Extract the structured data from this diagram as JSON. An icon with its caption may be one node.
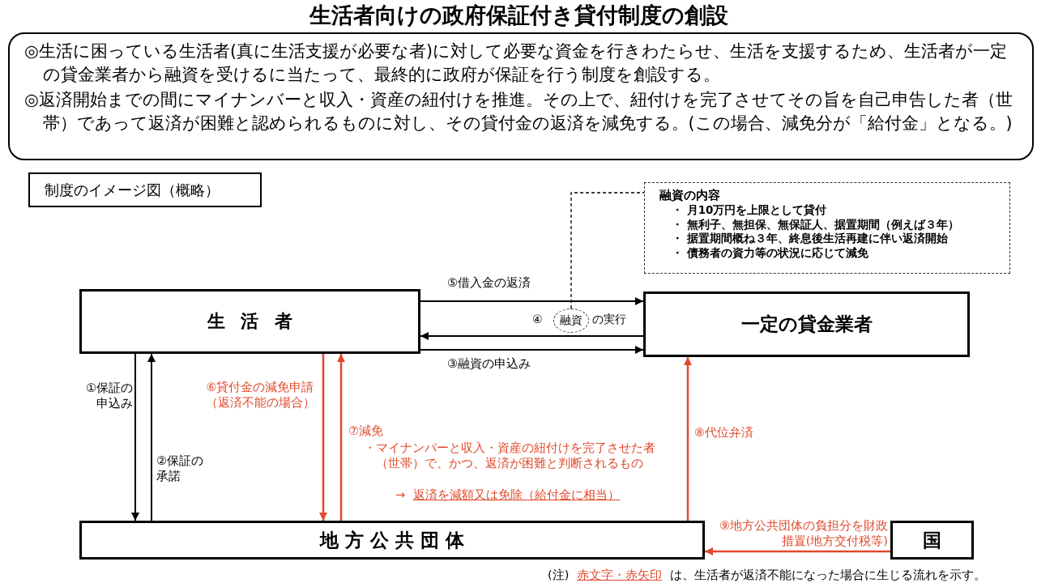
{
  "diagram": {
    "title": "生活者向けの政府保証付き貸付制度の創設",
    "nodes": [
      {
        "text": [
          "生活者"
        ]
      },
      {
        "text": [
          "一定の貸金業者"
        ]
      },
      {
        "text": [
          "地方公共団体"
        ]
      },
      {
        "text": [
          "国"
        ]
      },
      {
        "text": [
          "融資の内容",
          "・ 月10万円を上限として貸付",
          "・ 無利子、無担保、無保証人、据置期間（例えば３年）",
          "・ 据置期間概ね３年、終息後生活再建に伴い返済開始",
          "・ 債務者の資力等の状況に応じて減免"
        ]
      },
      {
        "text": [
          "融資"
        ],
        "beside": [
          "④",
          "の実行"
        ]
      },
      {
        "text": [
          "制度のイメージ図（概略）"
        ]
      },
      {
        "text": [
          "◎生活に困っている生活者(真に生活支援が必要な者)に対して必要な資金を行きわたらせ、生活を支援するため、生活者が一定の貸金業者から融資を受けるに当たって、最終的に政府が保証を行う制度を創設する。",
          "◎返済開始までの間にマイナンバーと収入・資産の紐付けを推進。その上で、紐付けを完了させてその旨を自己申告した者（世帯）であって返済が困難と認められるものに対し、その貸付金の返済を減免する。(この場合、減免分が「給付金」となる。)"
        ]
      }
    ],
    "edges": [
      {
        "from": 0,
        "to": 1,
        "arrow": "to",
        "label": "⑤借入金の返済"
      },
      {
        "from": 1,
        "to": 0,
        "arrow": "to"
      },
      {
        "from": 0,
        "to": 1,
        "arrow": "to",
        "label": "③融資の申込み"
      },
      {
        "from": 0,
        "to": 2,
        "arrow": "to",
        "label": "①保証の申込み"
      },
      {
        "from": 2,
        "to": 0,
        "arrow": "to",
        "label": "②保証の承諾"
      },
      {
        "from": 0,
        "to": 2,
        "arrow": "to",
        "label": "⑥貸付金の減免申請（返済不能の場合）",
        "color": "#e0492b"
      },
      {
        "from": 2,
        "to": 0,
        "arrow": "to",
        "label": "⑦減免",
        "color": "#e0492b"
      },
      {
        "from": 2,
        "to": 1,
        "arrow": "to",
        "label": "⑧代位弁済",
        "color": "#e0492b"
      },
      {
        "from": 3,
        "to": 2,
        "arrow": "to",
        "label": "⑨地方公共団体の負担分を財政措置(地方交付税等)",
        "color": "#e0492b"
      },
      {
        "from": 5,
        "to": 4,
        "arrow": "none",
        "style": "dashed"
      }
    ],
    "labels": [
      "・マイナンバーと収入・資産の紐付けを完了させた者（世帯）で、かつ、返済が困難と判断されるもの",
      "→",
      "返済を減額又は免除（給付金に相当）",
      "(注)",
      "赤文字・赤矢印",
      "は、生活者が返済不能になった場合に生じる流れを示す。"
    ]
  }
}
